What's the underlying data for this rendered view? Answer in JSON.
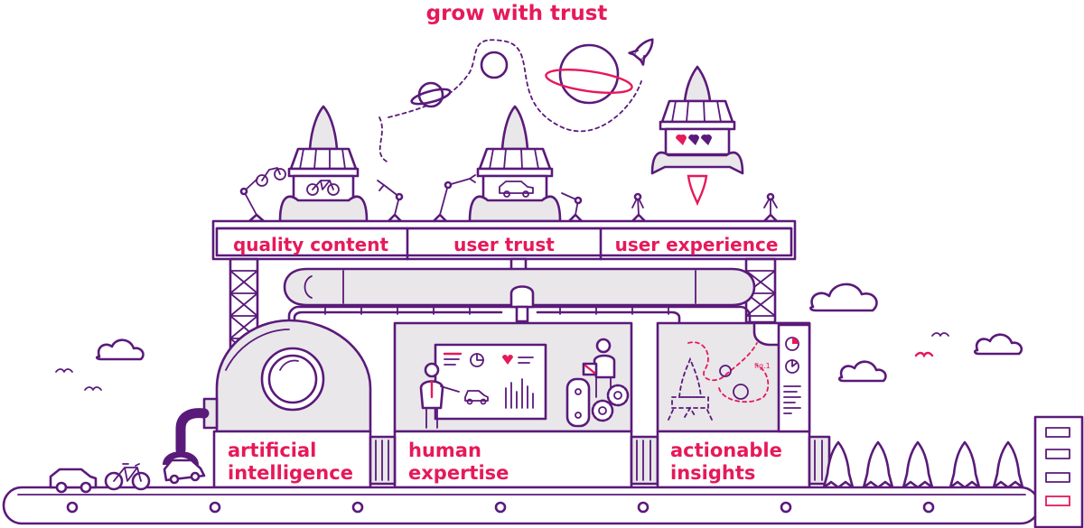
{
  "title": "grow with trust",
  "platform_labels": [
    "quality content",
    "user trust",
    "user experience"
  ],
  "stations": [
    {
      "line1": "artificial",
      "line2": "intelligence"
    },
    {
      "line1": "human",
      "line2": "expertise"
    },
    {
      "line1": "actionable",
      "line2": "insights"
    }
  ],
  "fig_label": "fig.1",
  "colors": {
    "accent": "#e6195a",
    "outline": "#5a1a7a",
    "panel": "#e9e7ea",
    "background": "#ffffff"
  },
  "icons": [
    "rocket-icon",
    "bicycle-icon",
    "car-icon",
    "heart-icon",
    "planet-icon",
    "gear-icon",
    "cloud-icon",
    "bird-icon",
    "robot-arm-icon"
  ]
}
